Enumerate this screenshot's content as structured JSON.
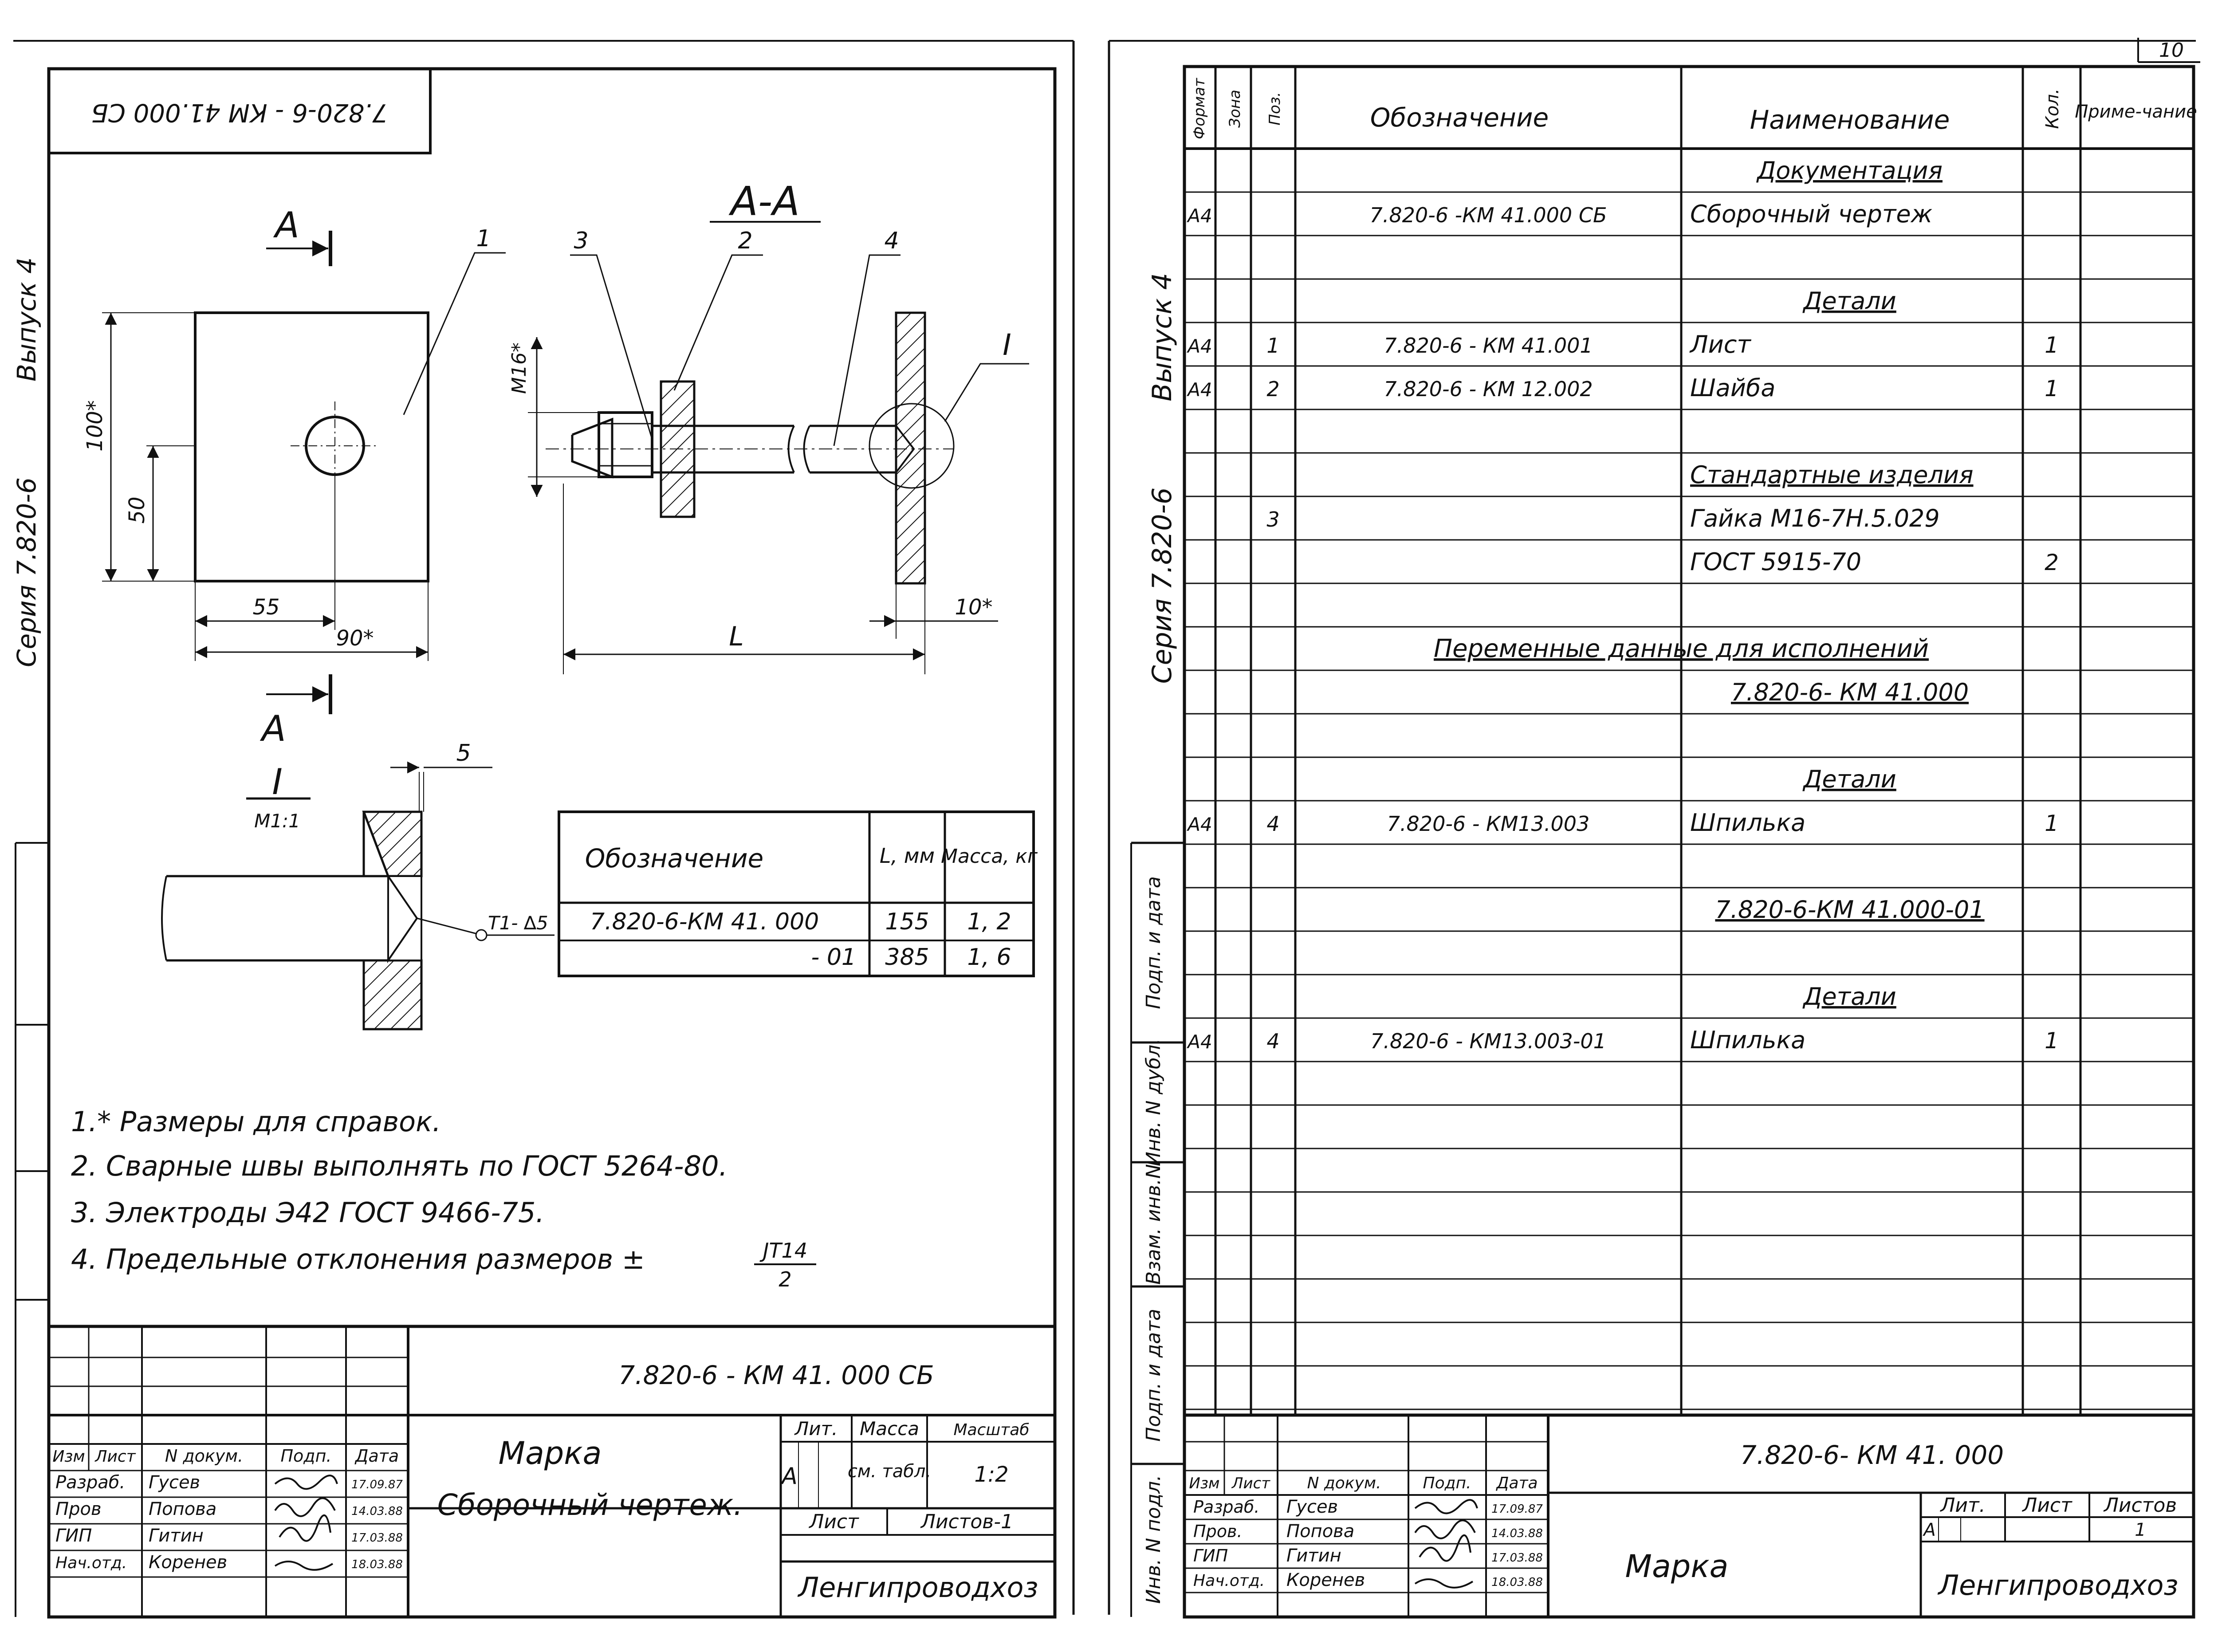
{
  "page_number": "10",
  "left_sheet": {
    "stamp_code": "7.820-6 - КМ 41.000 СБ",
    "side_series": "Серия 7.820-6",
    "side_issue": "Выпуск 4",
    "drawing": {
      "section_arrow_label": "А",
      "section_title": "А-А",
      "callouts": [
        "1",
        "3",
        "2",
        "4"
      ],
      "callout_detail": "I",
      "dim_100": "100*",
      "dim_50": "50",
      "dim_55": "55",
      "dim_90": "90*",
      "dim_m16": "M16*",
      "dim_10": "10*",
      "dim_L": "L",
      "detail_title": "I",
      "detail_scale": "М1:1",
      "dim_5": "5",
      "weld_mark": "Т1- ∆5"
    },
    "var_table": {
      "headers": [
        "Обозначение",
        "L, мм",
        "Масса, кг"
      ],
      "rows": [
        [
          "7.820-6-КМ 41. 000",
          "155",
          "1, 2"
        ],
        [
          "- 01",
          "385",
          "1, 6"
        ]
      ]
    },
    "notes": [
      "1.* Размеры для справок.",
      "2. Сварные швы выполнять по ГОСТ 5264-80.",
      "3. Электроды Э42 ГОСТ 9466-75.",
      "4. Предельные отклонения размеров ±"
    ],
    "tolerance_num": "JT14",
    "tolerance_den": "2",
    "title_block": {
      "doc_code": "7.820-6 - КМ 41. 000 СБ",
      "col_headers": [
        "Изм",
        "Лист",
        "N докум.",
        "Подп.",
        "Дата"
      ],
      "people": [
        {
          "role": "Разраб.",
          "name": "Гусев",
          "date": "17.09.87"
        },
        {
          "role": "Пров",
          "name": "Попова",
          "date": "14.03.88"
        },
        {
          "role": "ГИП",
          "name": "Гитин",
          "date": "17.03.88"
        },
        {
          "role": "Нач.отд.",
          "name": "Коренев",
          "date": "18.03.88"
        }
      ],
      "title_line1": "Марка",
      "title_line2": "Сборочный чертеж.",
      "lit_label": "Лит.",
      "mass_label": "Масса",
      "scale_label": "Масштаб",
      "lit_value": "А",
      "mass_value": "см. табл.",
      "scale_value": "1:2",
      "sheet_label": "Лист",
      "sheets_label": "Листов-1",
      "org": "Ленгипроводхоз"
    }
  },
  "right_sheet": {
    "side_series": "Серия 7.820-6",
    "side_issue": "Выпуск 4",
    "side_labels": [
      "Подп. и дата",
      "Инв. N дубл.",
      "Взам. инв.N",
      "Подп. и дата",
      "Инв. N подл."
    ],
    "spec_headers": [
      "Формат",
      "Зона",
      "Поз.",
      "Обозначение",
      "Наименование",
      "Кол.",
      "Приме-чание"
    ],
    "spec_rows": [
      {
        "fmt": "",
        "pos": "",
        "designation": "",
        "name": "Документация",
        "qty": "",
        "underline": true,
        "center": true
      },
      {
        "fmt": "А4",
        "pos": "",
        "designation": "7.820-6 -КМ 41.000 СБ",
        "name": "Сборочный чертеж",
        "qty": ""
      },
      {
        "fmt": "",
        "pos": "",
        "designation": "",
        "name": "",
        "qty": ""
      },
      {
        "fmt": "",
        "pos": "",
        "designation": "",
        "name": "Детали",
        "qty": "",
        "underline": true,
        "center": true
      },
      {
        "fmt": "А4",
        "pos": "1",
        "designation": "7.820-6 - КМ 41.001",
        "name": "Лист",
        "qty": "1"
      },
      {
        "fmt": "А4",
        "pos": "2",
        "designation": "7.820-6 - КМ 12.002",
        "name": "Шайба",
        "qty": "1"
      },
      {
        "fmt": "",
        "pos": "",
        "designation": "",
        "name": "",
        "qty": ""
      },
      {
        "fmt": "",
        "pos": "",
        "designation": "",
        "name": "Стандартные изделия",
        "qty": "",
        "underline": true
      },
      {
        "fmt": "",
        "pos": "3",
        "designation": "",
        "name": "Гайка М16-7Н.5.029",
        "qty": ""
      },
      {
        "fmt": "",
        "pos": "",
        "designation": "",
        "name": "ГОСТ 5915-70",
        "qty": "2"
      },
      {
        "fmt": "",
        "pos": "",
        "designation": "",
        "name": "",
        "qty": ""
      },
      {
        "fmt": "",
        "pos": "",
        "designation": "Переменные данные для исполнений",
        "name": "",
        "qty": "",
        "span": true
      },
      {
        "fmt": "",
        "pos": "",
        "designation": "",
        "name": "7.820-6- КМ 41.000",
        "qty": "",
        "underline": true,
        "center": true
      },
      {
        "fmt": "",
        "pos": "",
        "designation": "",
        "name": "",
        "qty": ""
      },
      {
        "fmt": "",
        "pos": "",
        "designation": "",
        "name": "Детали",
        "qty": "",
        "underline": true,
        "center": true
      },
      {
        "fmt": "А4",
        "pos": "4",
        "designation": "7.820-6 - КМ13.003",
        "name": "Шпилька",
        "qty": "1"
      },
      {
        "fmt": "",
        "pos": "",
        "designation": "",
        "name": "",
        "qty": ""
      },
      {
        "fmt": "",
        "pos": "",
        "designation": "",
        "name": "7.820-6-КМ 41.000-01",
        "qty": "",
        "underline": true,
        "center": true
      },
      {
        "fmt": "",
        "pos": "",
        "designation": "",
        "name": "",
        "qty": ""
      },
      {
        "fmt": "",
        "pos": "",
        "designation": "",
        "name": "Детали",
        "qty": "",
        "underline": true,
        "center": true
      },
      {
        "fmt": "А4",
        "pos": "4",
        "designation": "7.820-6 - КМ13.003-01",
        "name": "Шпилька",
        "qty": "1"
      }
    ],
    "title_block": {
      "doc_code": "7.820-6- КМ 41. 000",
      "col_headers": [
        "Изм",
        "Лист",
        "N докум.",
        "Подп.",
        "Дата"
      ],
      "people": [
        {
          "role": "Разраб.",
          "name": "Гусев",
          "date": "17.09.87"
        },
        {
          "role": "Пров.",
          "name": "Попова",
          "date": "14.03.88"
        },
        {
          "role": "ГИП",
          "name": "Гитин",
          "date": "17.03.88"
        },
        {
          "role": "Нач.отд.",
          "name": "Коренев",
          "date": "18.03.88"
        }
      ],
      "title": "Марка",
      "lit_label": "Лит.",
      "sheet_label": "Лист",
      "sheets_label": "Листов",
      "lit_value": "А",
      "sheets_value": "1",
      "org": "Ленгипроводхоз"
    }
  }
}
